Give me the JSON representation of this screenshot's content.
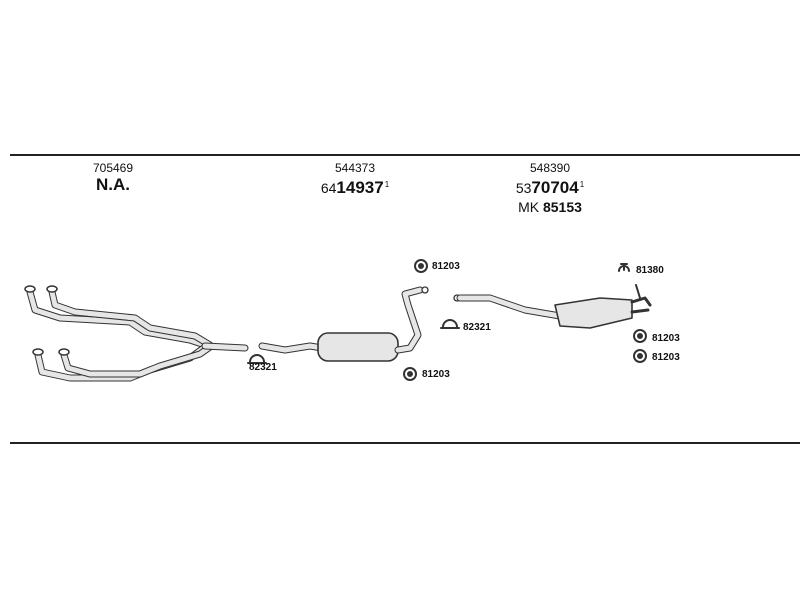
{
  "sections": [
    {
      "part_no": "705469",
      "ref_main": "N.A.",
      "ref_prefix": "",
      "ref_sup": "",
      "mk_label": "",
      "mk_value": ""
    },
    {
      "part_no": "544373",
      "ref_prefix": "64",
      "ref_main": "14937",
      "ref_sup": "1",
      "mk_label": "",
      "mk_value": ""
    },
    {
      "part_no": "548390",
      "ref_prefix": "53",
      "ref_main": "70704",
      "ref_sup": "1",
      "mk_label": "MK",
      "mk_value": "85153"
    }
  ],
  "callouts": {
    "mount_a": "81203",
    "clamp_a": "82321",
    "mount_b": "81203",
    "clamp_b": "82321",
    "hanger": "81380",
    "mount_c": "81203",
    "mount_d": "81203"
  },
  "colors": {
    "line": "#222222",
    "part_fill": "#e6e6e6",
    "part_stroke": "#333333"
  }
}
